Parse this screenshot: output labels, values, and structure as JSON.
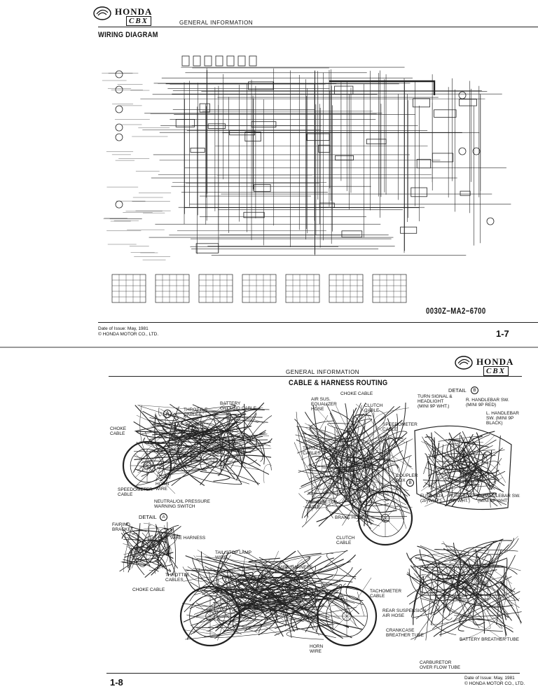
{
  "page1": {
    "brand": "HONDA",
    "model": "CBX",
    "section": "GENERAL INFORMATION",
    "title": "WIRING DIAGRAM",
    "part_number": "0030Z−MA2−6700",
    "issue_date": "Date of Issue: May, 1981",
    "copyright": "© HONDA MOTOR CO., LTD.",
    "page_number": "1-7"
  },
  "page2": {
    "brand": "HONDA",
    "model": "CBX",
    "section": "GENERAL INFORMATION",
    "title": "CABLE & HARNESS ROUTING",
    "issue_date": "Date of Issue: May, 1981",
    "copyright": "© HONDA MOTOR CO., LTD.",
    "page_number": "1-8",
    "labels": {
      "throttle_cables": "THROTTLE\nCABLES",
      "battery_ground": "BATTERY\nGROUND CABLE",
      "detail_a_mark": "A",
      "choke_cable_left": "CHOKE\nCABLE",
      "speedometer_cable_left": "SPEEDOMETER\nCABLE",
      "horn_wire": "HORN\nWIRE",
      "neutral_oil": "NEUTRAL/OIL PRESSURE\nWARNING SWITCH",
      "air_sus": "AIR SUS.\nEQUALIZER\nHOSE",
      "choke_cable_top": "CHOKE CABLE",
      "clutch_cable": "CLUTCH\nCABLE",
      "speedometer_cable_right": "SPEEDOMETER\nCABLE",
      "throttle_cables_center": "THROTTLE\nCABLES",
      "coupler_box": "COUPLER\nBOX",
      "coupler_box_mark": "B",
      "tachometer_cable": "TACHOMETER\nCABLE",
      "brake_hose": "BRAKE HOSE",
      "detail_b": "DETAIL",
      "detail_b_mark": "B",
      "turn_signal": "TURN SIGNAL &\nHEADLIGHT\n(MINI 9P WHT.)",
      "r_handlebar": "R. HANDLEBAR SW.\n(MINI 9P RED)",
      "l_handlebar_top": "L. HANDLEBAR\nSW. (MINI 9P\nBLACK)",
      "fuse_box_1": "FUSE BOX\n(2P WHT.)",
      "fuse_box_2": "FUSE BOX\n(2P WHT.)",
      "l_handlebar_bottom": "L. HANDLEBAR SW.\n(MINI 6P WHT)",
      "detail_a": "DETAIL",
      "detail_a_circle": "A",
      "fairing_bracket": "FAIRING\nBRACKET",
      "wire_harness_top": "WIRE HARNESS",
      "throttle_cables_lower": "THROTTLE\nCABLES",
      "choke_cable_lower": "CHOKE CABLE",
      "tail_stop": "TAIL/STOP LAMP\nWIRE",
      "wire_harness_mid": "WIRE HARNESS",
      "clutch_cable_lower": "CLUTCH\nCABLE",
      "tachometer_cable_lower": "TACHOMETER\nCABLE",
      "rear_suspension": "REAR SUSPENSION\nAIR HOSE",
      "crankcase": "CRANKCASE\nBREATHER TUBE",
      "battery_breather": "BATTERY BREATHER TUBE",
      "horn_wire_lower": "HORN\nWIRE",
      "carburetor": "CARBURETOR\nOVER FLOW TUBE"
    }
  }
}
